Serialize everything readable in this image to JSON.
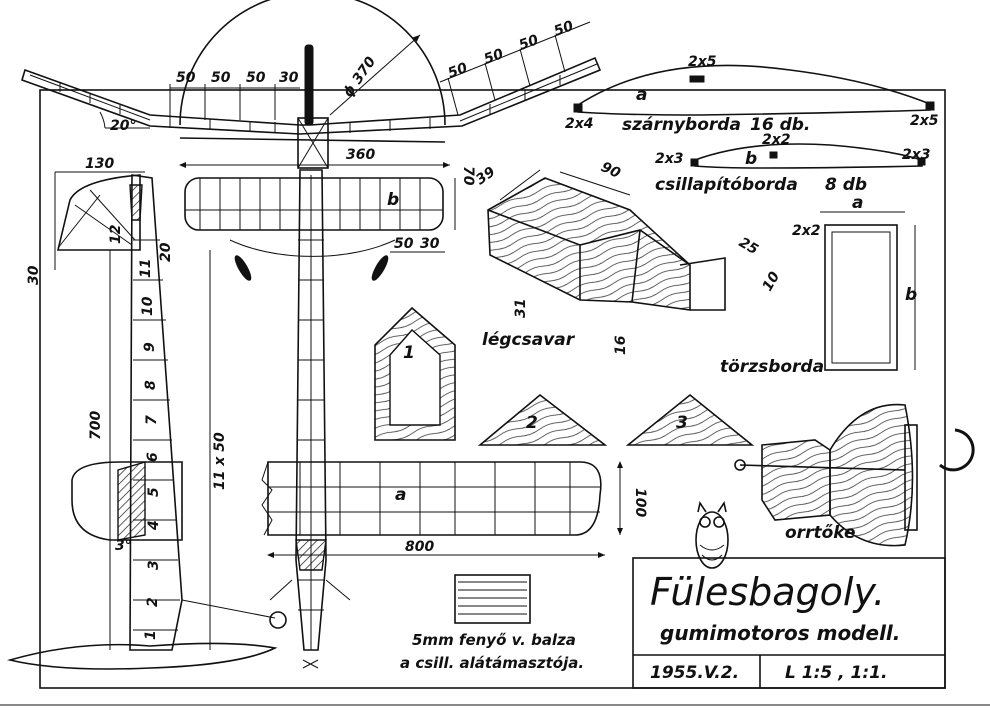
{
  "title": {
    "name": "Fülesbagoly.",
    "subtitle": "gumimotoros modell.",
    "date": "1955.V.2.",
    "scale": "L 1:5 , 1:1."
  },
  "wing_dims": {
    "dihedral_angle": "20°",
    "left_panel": [
      "50",
      "50",
      "50",
      "30"
    ],
    "right_panel": [
      "50",
      "50",
      "50",
      "50"
    ],
    "prop_diameter": "ϕ 370"
  },
  "stab_dims": {
    "span": "360",
    "chord": "70",
    "tip1": "50",
    "tip2": "30",
    "mark": "b"
  },
  "fuselage_dims": {
    "fin_width": "130",
    "fin_height": "30",
    "nose": "20",
    "length": "700",
    "fuselage_len": "11 x 50",
    "angle": "3°",
    "frame_numbers": [
      "12",
      "11",
      "10",
      "9",
      "8",
      "7",
      "6",
      "5",
      "4",
      "3",
      "2",
      "1"
    ]
  },
  "main_wing": {
    "span": "800",
    "chord": "100",
    "mark": "a"
  },
  "ribs": {
    "wing_rib": {
      "mark": "a",
      "label": "szárnyborda",
      "count": "16 db.",
      "spar": "2x5",
      "le": "2x4",
      "te": "2x5"
    },
    "stab_rib": {
      "mark": "b",
      "label": "csillapítóborda",
      "count": "8 db",
      "spar": "2x2",
      "le": "2x3",
      "te": "2x3"
    }
  },
  "propeller_block": {
    "label": "légcsavar",
    "dims": [
      "39",
      "90",
      "25",
      "10",
      "31",
      "16"
    ]
  },
  "fuselage_frame": {
    "label": "törzsborda",
    "a": "a",
    "b": "b",
    "strip": "2x2"
  },
  "formers": [
    "1",
    "2",
    "3"
  ],
  "nose_block": {
    "label": "orrtőke"
  },
  "support_note": {
    "line1": "5mm fenyő v. balza",
    "line2": "a csill. alátámasztója."
  }
}
